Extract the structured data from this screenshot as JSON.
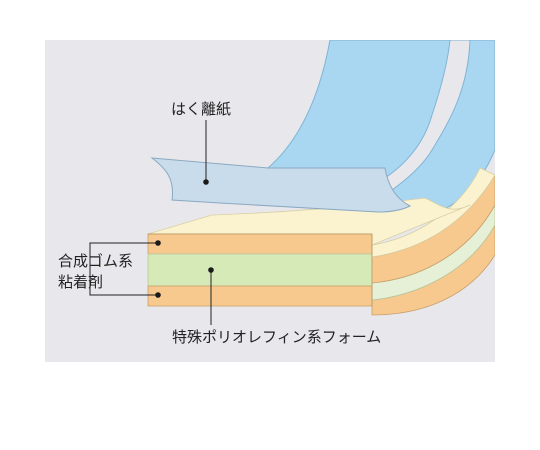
{
  "labels": {
    "release_paper": "はく離紙",
    "adhesive_line1": "合成ゴム系",
    "adhesive_line2": "粘着剤",
    "foam": "特殊ポリオレフィン系フォーム"
  },
  "colors": {
    "background_panel": "#e8e8ec",
    "release_paper": "#c9dcec",
    "release_roll": "#a9d7f2",
    "adhesive": "#f7c98f",
    "foam": "#d6eab7",
    "cream_top": "#fbf3cf",
    "leader_line": "#222222",
    "marker_dot": "#1a1a1a"
  }
}
